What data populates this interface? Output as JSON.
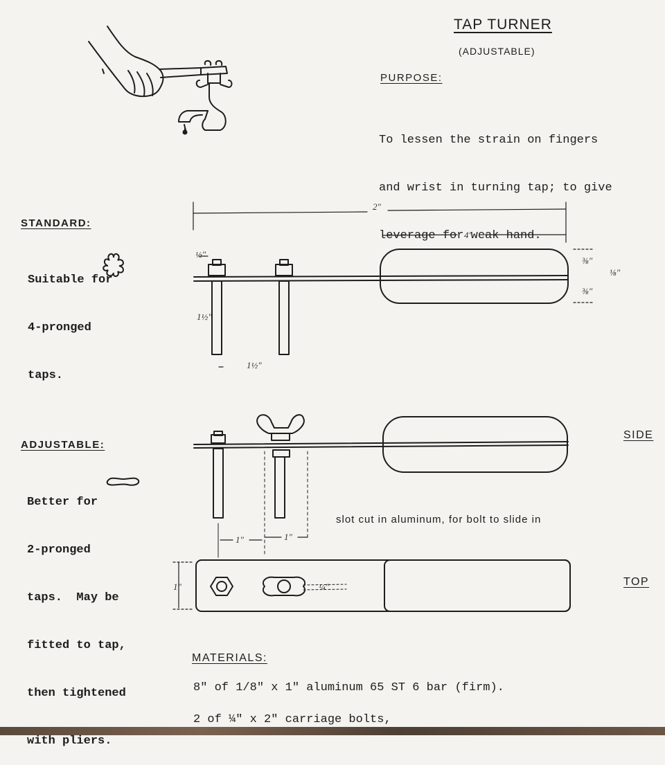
{
  "title": "TAP TURNER",
  "subtitle": "(ADJUSTABLE)",
  "purpose": {
    "heading": "PURPOSE:",
    "lines": [
      "To lessen the strain on fingers",
      "and wrist in turning tap; to give",
      "leverage for weak hand."
    ]
  },
  "standard": {
    "heading": "STANDARD:",
    "lines": [
      "Suitable for",
      "4-pronged",
      "taps."
    ]
  },
  "adjustable": {
    "heading": "ADJUSTABLE:",
    "lines": [
      "Better for",
      "2-pronged",
      "taps.  May be",
      "fitted to tap,",
      "then tightened",
      "with pliers."
    ]
  },
  "dimensions": {
    "overall_length": "2\"",
    "handle_length": "4\"",
    "bolt_offset": "½\"",
    "bolt_height": "1½\"",
    "bolt_spacing": "1½\"",
    "handle_top": "⅜\"",
    "handle_bottom": "⅜\"",
    "handle_thickness": "⅛\"",
    "adj_spacing_1": "1\"",
    "adj_spacing_2": "1\"",
    "top_width": "1\"",
    "slot_width": "¼\""
  },
  "slot_note": "slot cut in aluminum, for bolt to slide in",
  "view_labels": {
    "side": "SIDE",
    "top": "TOP"
  },
  "materials": {
    "heading": "MATERIALS:",
    "lines": [
      "8\" of 1/8\" x 1\" aluminum 65 ST 6 bar (firm).",
      "2 of ¼\" x 2\" carriage bolts,"
    ]
  }
}
